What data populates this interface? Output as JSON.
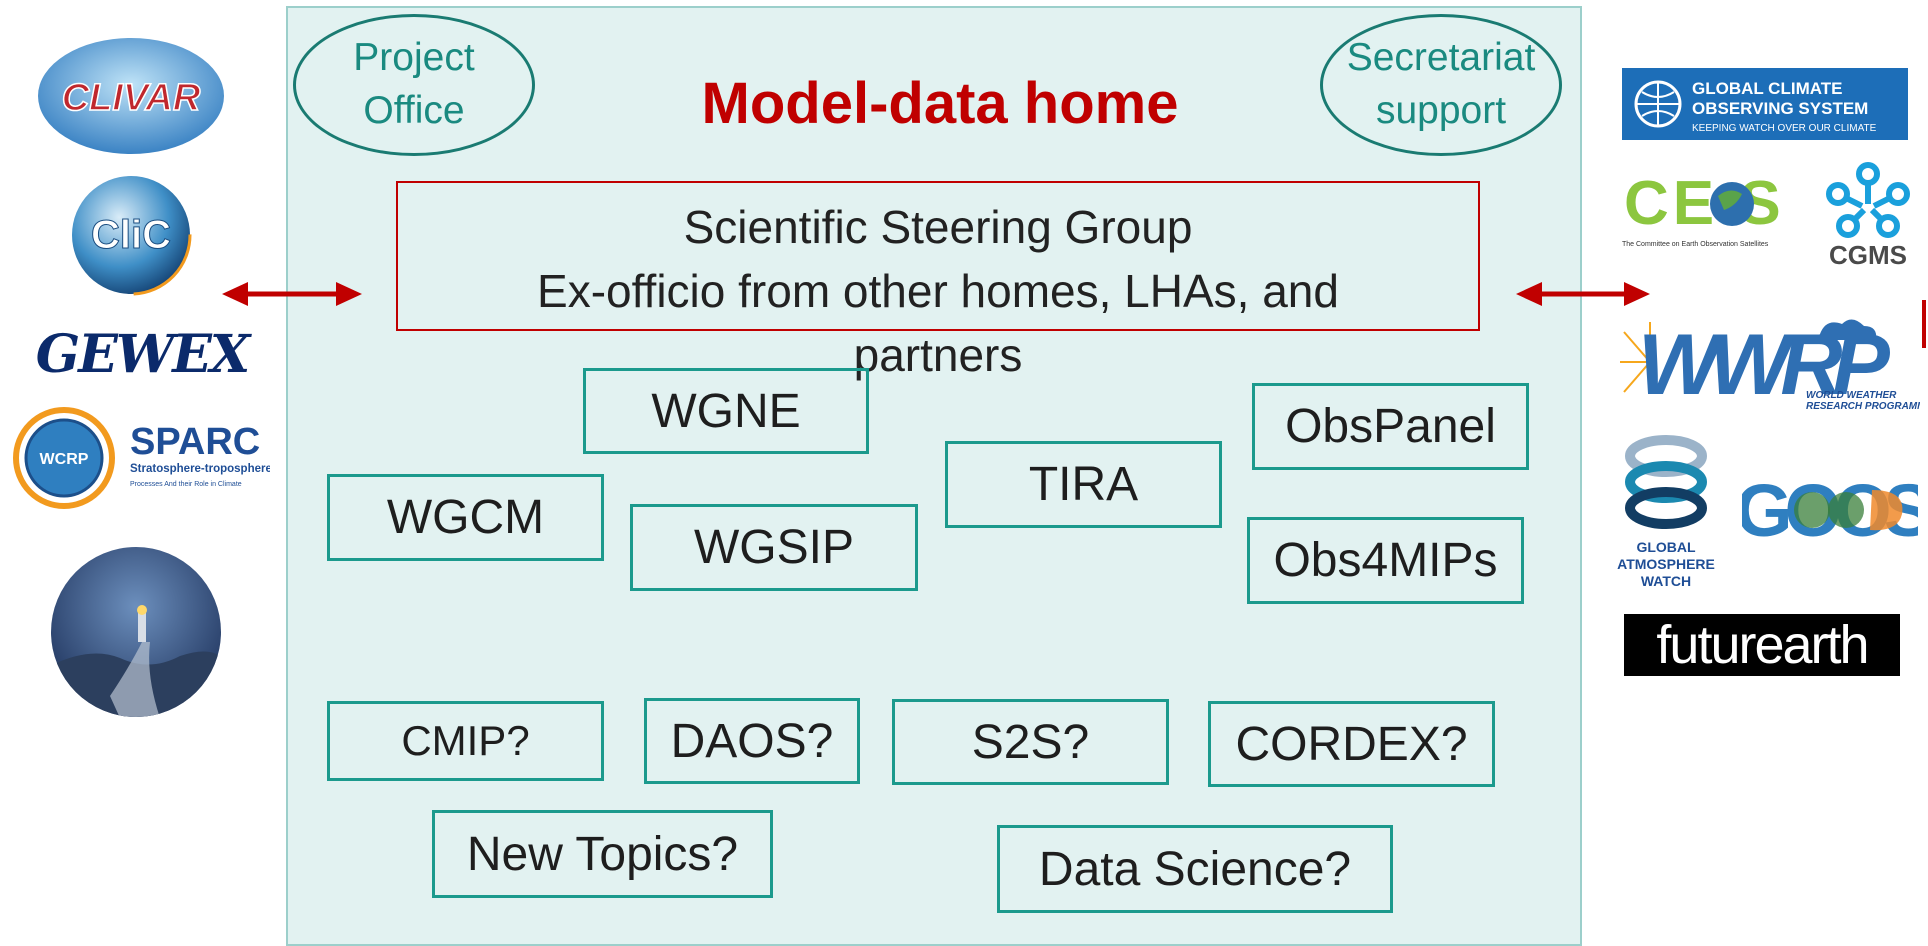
{
  "title": "Model-data home",
  "project_office": "Project\nOffice",
  "secretariat": "Secretariat\nsupport",
  "ssg": {
    "line1": "Scientific Steering Group",
    "line2": "Ex-officio from other homes, LHAs, and",
    "line3": "partners"
  },
  "groups": {
    "wgne": "WGNE",
    "obspanel": "ObsPanel",
    "tira": "TIRA",
    "wgcm": "WGCM",
    "wgsip": "WGSIP",
    "obs4mips": "Obs4MIPs",
    "cmip": "CMIP?",
    "daos": "DAOS?",
    "s2s": "S2S?",
    "cordex": "CORDEX?",
    "new_topics": "New Topics?",
    "data_science": "Data Science?"
  },
  "left_logos": {
    "clivar": "CLIVAR",
    "clic": "CliC",
    "gewex": "GEWEX",
    "sparc": "SPARC",
    "sparc_sub1": "Stratosphere-troposphere",
    "sparc_sub2": "Processes And their Role in Climate",
    "sparc_badge": "WCRP"
  },
  "right_logos": {
    "gcos_line1": "GLOBAL CLIMATE",
    "gcos_line2": "OBSERVING SYSTEM",
    "gcos_line3": "KEEPING WATCH OVER OUR CLIMATE",
    "ceos": "CE S",
    "ceos_sub": "The Committee on Earth Observation Satellites",
    "cgms": "CGMS",
    "wwrp": "WWRP",
    "wwrp_sub1": "WORLD WEATHER",
    "wwrp_sub2": "RESEARCH PROGRAMME",
    "gaw1": "GLOBAL",
    "gaw2": "ATMOSPHERE",
    "gaw3": "WATCH",
    "goos": "GOOS",
    "futurearth": "futurearth"
  },
  "colors": {
    "accent_red": "#c00000",
    "teal_border": "#1b9a8d",
    "panel_bg": "#e2f2f1"
  }
}
